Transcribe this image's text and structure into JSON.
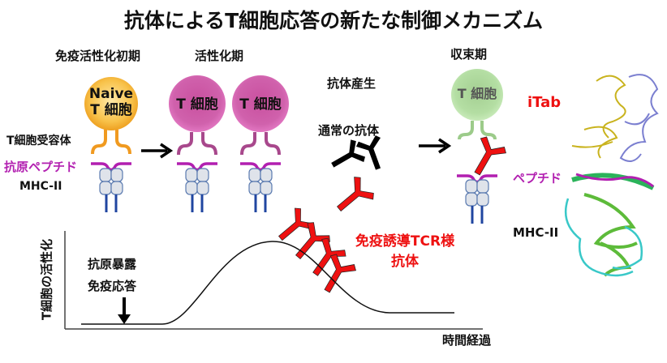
{
  "title": "抗体によるT細胞応答の新たな制御メカニズム",
  "phases": {
    "early": "免疫活性化初期",
    "active": "活性化期",
    "antibody_production": "抗体産生",
    "convergence": "収束期"
  },
  "labels": {
    "tcr": "T細胞受容体",
    "antigen_peptide": "抗原ペプチド",
    "mhc": "MHC-II",
    "normal_antibody": "通常の抗体",
    "induced_antibody_line1": "免疫誘導TCR様",
    "induced_antibody_line2": "抗体",
    "itab": "iTab",
    "peptide": "ペプチド",
    "mhc_structure": "MHC-II"
  },
  "cells": {
    "naive_line1": "Naive",
    "naive_line2": "T 細胞",
    "active1": "T 細胞",
    "active2": "T 細胞",
    "resting": "T 細胞"
  },
  "graph": {
    "ylabel": "T細胞の活性化",
    "xlabel": "時間経過",
    "event_line1": "抗原暴露",
    "event_line2": "免疫応答"
  },
  "colors": {
    "naive": "#f5b93a",
    "active": "#d25ab0",
    "resting": "#a9dc98",
    "peptide": "#b21fb0",
    "antibody_red": "#ee1111",
    "mhc": "#c9d3e0"
  }
}
